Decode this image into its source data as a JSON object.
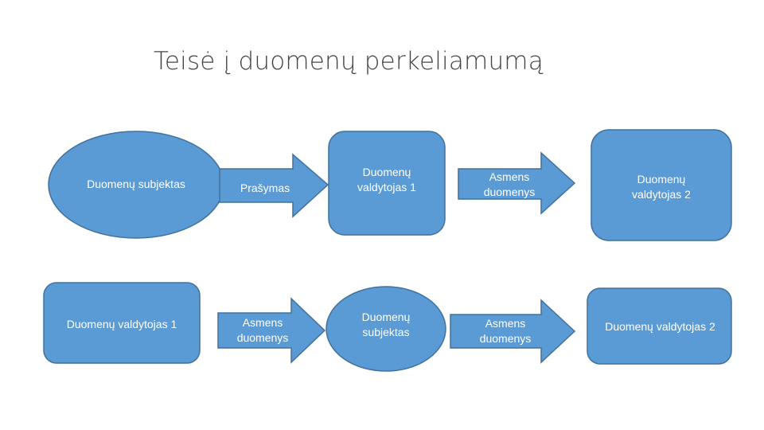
{
  "title": "Teisė į duomenų perkeliamumą",
  "colors": {
    "fill": "#5b9bd5",
    "stroke": "#41719c",
    "text": "#ffffff",
    "title": "#444444"
  },
  "row1": [
    {
      "shape": "ellipse",
      "label": "Duomenų subjektas"
    },
    {
      "shape": "arrow",
      "label": "Prašymas"
    },
    {
      "shape": "rounded-rect",
      "label": "Duomenų valdytojas 1"
    },
    {
      "shape": "arrow",
      "label": "Asmens duomenys"
    },
    {
      "shape": "rounded-rect",
      "label": "Duomenų valdytojas 2"
    }
  ],
  "row2": [
    {
      "shape": "rounded-rect",
      "label": "Duomenų valdytojas 1"
    },
    {
      "shape": "arrow",
      "label": "Asmens duomenys"
    },
    {
      "shape": "ellipse",
      "label": "Duomenų subjektas"
    },
    {
      "shape": "arrow",
      "label": "Asmens duomenys"
    },
    {
      "shape": "rounded-rect",
      "label": "Duomenų valdytojas 2"
    }
  ]
}
